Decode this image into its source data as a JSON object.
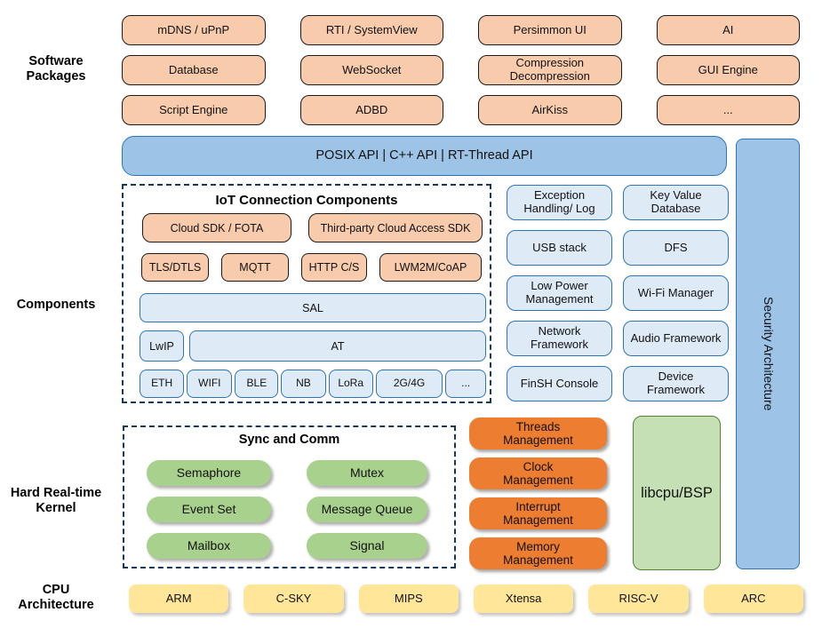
{
  "side_labels": {
    "software_packages": "Software Packages",
    "components": "Components",
    "kernel": "Hard Real-time Kernel",
    "cpu": "CPU Architecture"
  },
  "software_packages": {
    "row1": [
      "mDNS / uPnP",
      "RTI / SystemView",
      "Persimmon UI",
      "AI"
    ],
    "row2": [
      "Database",
      "WebSocket",
      "Compression Decompression",
      "GUI Engine"
    ],
    "row3": [
      "Script Engine",
      "ADBD",
      "AirKiss",
      "..."
    ]
  },
  "api_bar": {
    "label": "POSIX API | C++ API | RT-Thread API"
  },
  "iot": {
    "title": "IoT Connection Components",
    "row1": [
      "Cloud SDK / FOTA",
      "Third-party Cloud Access SDK"
    ],
    "row2": [
      "TLS/DTLS",
      "MQTT",
      "HTTP C/S",
      "LWM2M/CoAP"
    ],
    "sal": "SAL",
    "lwip": "LwIP",
    "at": "AT",
    "links": [
      "ETH",
      "WIFI",
      "BLE",
      "NB",
      "LoRa",
      "2G/4G",
      "..."
    ]
  },
  "components_right": {
    "items": [
      "Exception Handling/ Log",
      "Key Value Database",
      "USB stack",
      "DFS",
      "Low Power Management",
      "Wi-Fi Manager",
      "Network Framework",
      "Audio Framework",
      "FinSH Console",
      "Device Framework"
    ]
  },
  "security": {
    "label": "Security Architecture"
  },
  "kernel": {
    "sync_title": "Sync and Comm",
    "sync_items": [
      "Semaphore",
      "Mutex",
      "Event Set",
      "Message Queue",
      "Mailbox",
      "Signal"
    ],
    "mgmt_items": [
      "Threads Management",
      "Clock Management",
      "Interrupt Management",
      "Memory Management"
    ],
    "libcpu": "libcpu/BSP"
  },
  "cpu": {
    "items": [
      "ARM",
      "C-SKY",
      "MIPS",
      "Xtensa",
      "RISC-V",
      "ARC"
    ]
  },
  "colors": {
    "package_fill": "#F8CBAD",
    "api_fill": "#9DC3E6",
    "api_border": "#2E74B5",
    "component_fill": "#DEEBF7",
    "sync_fill": "#A9D18E",
    "mgmt_fill": "#ED7D31",
    "libcpu_fill": "#C5E0B4",
    "libcpu_border": "#538135",
    "cpu_fill": "#FFE699",
    "dashed_border": "#17375E"
  }
}
